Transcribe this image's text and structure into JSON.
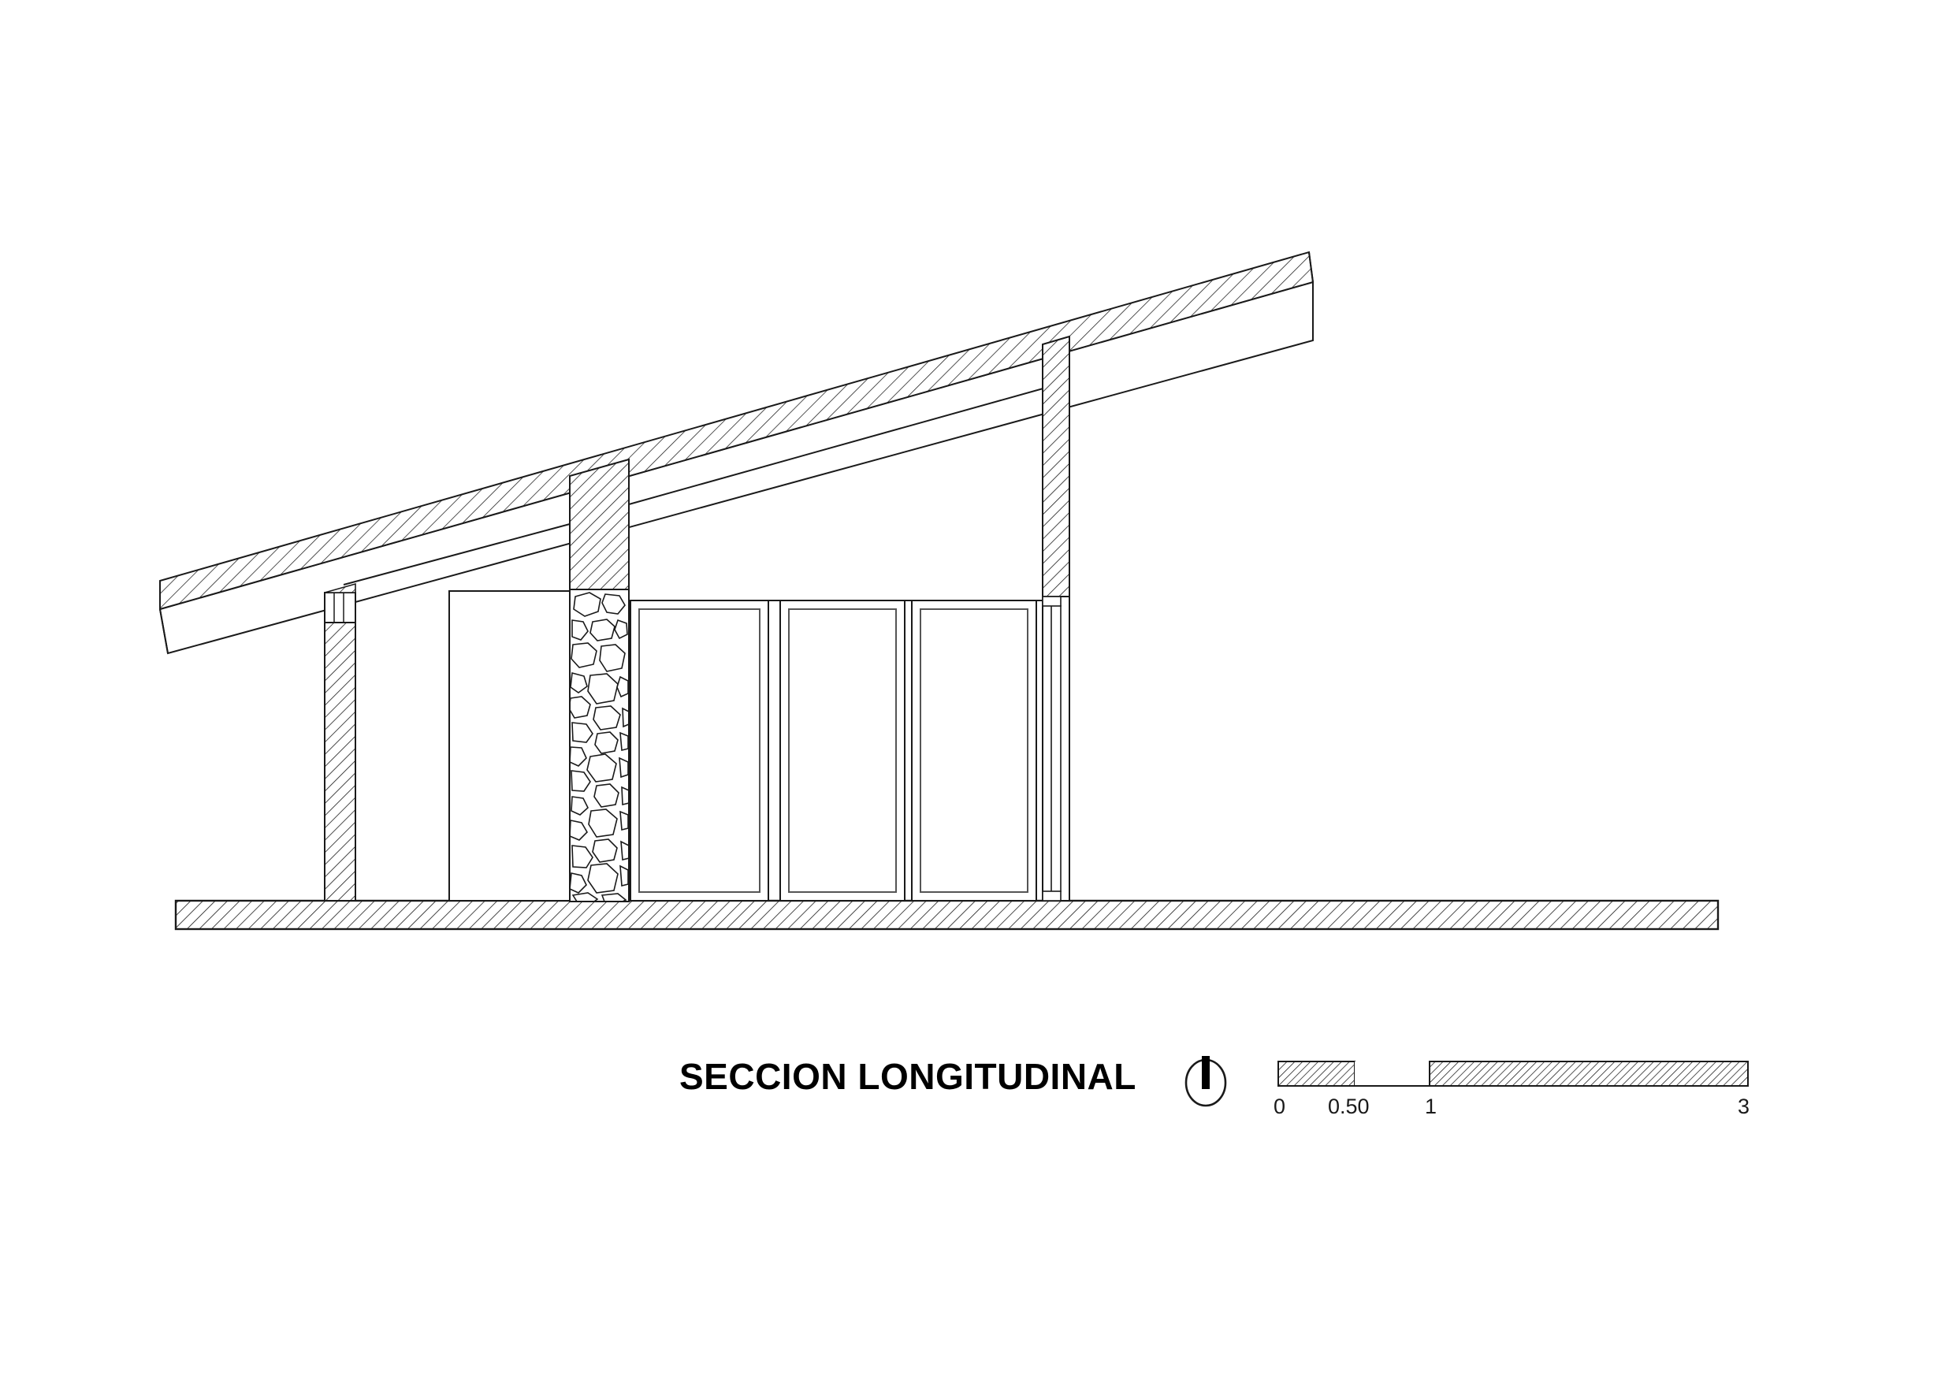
{
  "sheet": {
    "background_color": "#ffffff",
    "line_color": "#1a1a1a",
    "hatch_color": "#1a1a1a",
    "drawing_type": "architectural-section"
  },
  "title_block": {
    "title": "SECCION LONGITUDINAL",
    "orientation_symbol_name": "section-direction-symbol"
  },
  "scale_bar": {
    "unit_hint": "m",
    "labels": [
      "0",
      "0.50",
      "1",
      "3"
    ],
    "label_values": [
      0,
      0.5,
      1,
      3
    ],
    "segments": [
      {
        "from": 0,
        "to": 0.5,
        "filled": true
      },
      {
        "from": 0.5,
        "to": 1,
        "filled": false
      },
      {
        "from": 1,
        "to": 3,
        "filled": true
      }
    ]
  },
  "section": {
    "name": "longitudinal-building-section",
    "elements": [
      {
        "id": "roof-slab",
        "label": "sloped-roof-slab",
        "hatch": "diagonal",
        "note": "monopitch roof rising left to right"
      },
      {
        "id": "roof-fascia",
        "label": "roof-eave-soffit-band",
        "hatch": "none"
      },
      {
        "id": "ground-slab",
        "label": "ground-floor-slab",
        "hatch": "diagonal"
      },
      {
        "id": "left-post",
        "label": "left-exterior-post",
        "hatch": "diagonal"
      },
      {
        "id": "left-post-cap",
        "label": "post-head-connection-detail",
        "hatch": "none"
      },
      {
        "id": "center-column",
        "label": "central-cut-column",
        "hatch": "diagonal"
      },
      {
        "id": "right-column",
        "label": "right-cut-column",
        "hatch": "diagonal"
      },
      {
        "id": "stone-wall",
        "label": "stone-rubble-masonry-wall",
        "hatch": "rubble-stone"
      },
      {
        "id": "interior-partition",
        "label": "interior-partition-wall",
        "hatch": "none"
      },
      {
        "id": "glazing-panel-1",
        "label": "glazing-panel",
        "hatch": "none"
      },
      {
        "id": "glazing-panel-2",
        "label": "glazing-panel",
        "hatch": "none"
      },
      {
        "id": "glazing-panel-3",
        "label": "glazing-panel",
        "hatch": "none"
      },
      {
        "id": "right-mullion",
        "label": "right-window-mullion-frame",
        "hatch": "none"
      },
      {
        "id": "ceiling-line",
        "label": "interior-ceiling-soffit-line",
        "hatch": "none"
      }
    ]
  }
}
